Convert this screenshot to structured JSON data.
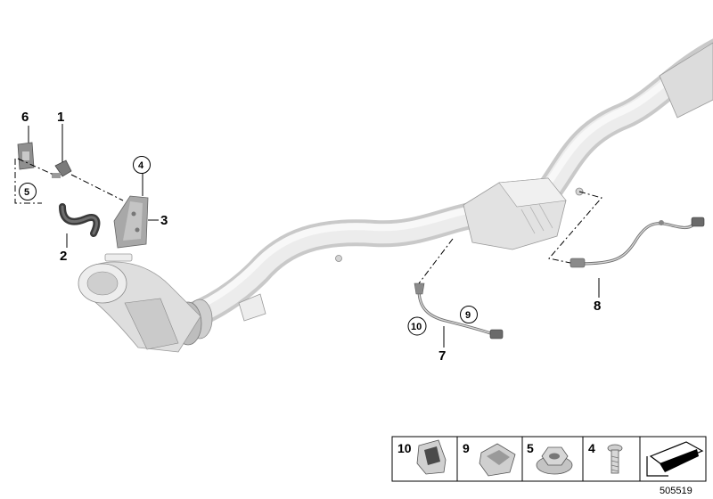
{
  "callouts": {
    "p1": "1",
    "p2": "2",
    "p3": "3",
    "p4": "4",
    "p5": "5",
    "p6": "6",
    "p7": "7",
    "p8": "8",
    "p9": "9",
    "p10": "10"
  },
  "legend": {
    "items": [
      {
        "number": "10",
        "icon": "clip-icon"
      },
      {
        "number": "9",
        "icon": "spring-clip-icon"
      },
      {
        "number": "5",
        "icon": "flange-nut-icon"
      },
      {
        "number": "4",
        "icon": "screw-icon"
      }
    ],
    "arrow_icon": "direction-arrow-icon"
  },
  "document_number": "505519"
}
